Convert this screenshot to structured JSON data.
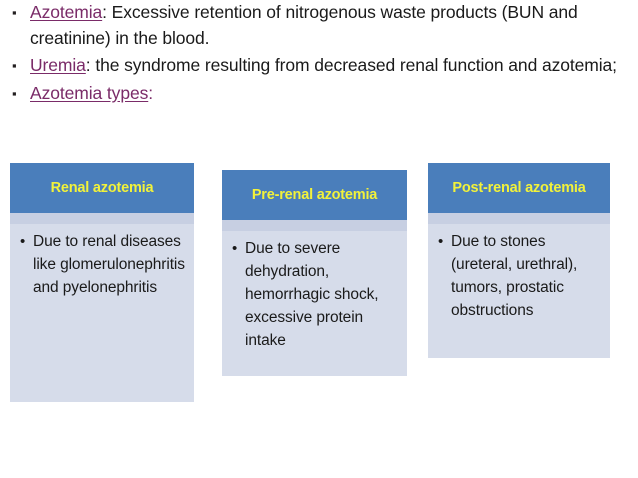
{
  "slide": {
    "bullets": [
      {
        "marker": "▪",
        "term": "Azotemia",
        "separator": ":",
        "body": " Excessive retention of nitrogenous waste products (BUN and creatinine) in the blood.",
        "term_underlined": true,
        "colon_colored": false
      },
      {
        "marker": "▪",
        "term": "Uremia",
        "separator": ":",
        "body": " the syndrome resulting from decreased renal function and azotemia;",
        "term_underlined": true,
        "colon_colored": false
      },
      {
        "marker": "▪",
        "term": "Azotemia types",
        "separator": ":",
        "body": "",
        "term_underlined": true,
        "colon_colored": true
      }
    ],
    "boxes": [
      {
        "title": "Renal azotemia",
        "bullet": "•",
        "text": "Due to renal diseases like glomerulonephritis and pyelonephritis"
      },
      {
        "title": "Pre-renal azotemia",
        "bullet": "•",
        "text": "Due to severe dehydration, hemorrhagic shock, excessive protein intake"
      },
      {
        "title": "Post-renal azotemia",
        "bullet": "•",
        "text": "Due to stones (ureteral, urethral), tumors, prostatic obstructions"
      }
    ]
  },
  "colors": {
    "header_blue": "#4a7ebb",
    "header_title_yellow": "#f2f23a",
    "box_body_bg": "#d6dcea",
    "box_subband_bg": "#c7cfe2",
    "term_purple": "#7a2b68",
    "body_text": "#1a1a1a",
    "page_bg": "#ffffff"
  }
}
